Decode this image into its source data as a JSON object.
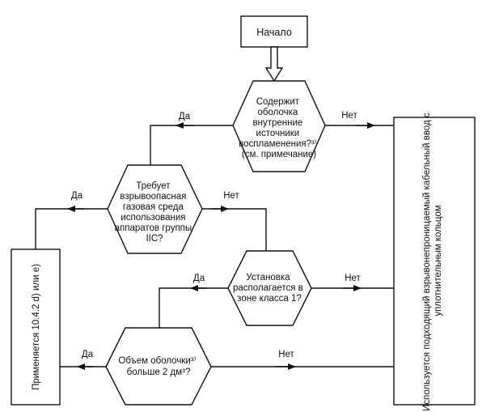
{
  "nodes": {
    "start": "Начало",
    "q1": [
      "Содержит",
      "оболочка",
      "внутренние",
      "источники",
      "воспламенения?³⁾",
      "(см. примечание)"
    ],
    "q2": [
      "Требует",
      "взрывоопасная",
      "газовая среда",
      "использования",
      "аппаратов группы",
      "IIC?"
    ],
    "q3": [
      "Установка",
      "располагается в",
      "зоне класса 1?"
    ],
    "q4": [
      "Объем оболочки³⁾",
      "больше 2 дм³?"
    ],
    "left_box": "Применяется 10.4.2 d) или e)",
    "right_box": [
      "Используется подходящий взрывонепроницаемый кабельный ввод с",
      "уплотнительным кольцом"
    ]
  },
  "edge_labels": {
    "q1_yes": "Да",
    "q1_no": "Нет",
    "q2_yes": "Да",
    "q2_no": "Нет",
    "q3_yes": "Да",
    "q3_no": "Нет",
    "q4_yes": "Да",
    "q4_no": "Нет"
  }
}
